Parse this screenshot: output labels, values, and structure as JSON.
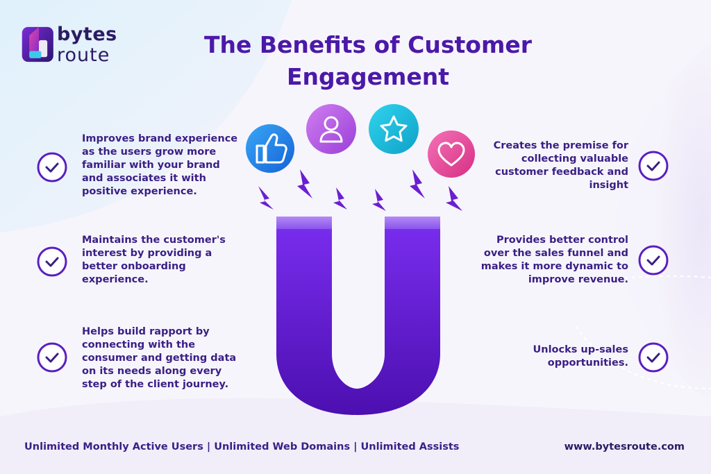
{
  "brand": {
    "name_top": "bytes",
    "name_bottom": "route",
    "logo_icon": "bytesroute-logo-icon"
  },
  "title": "The Benefits of Customer Engagement",
  "left_benefits": [
    "Improves brand experience as the users grow more familiar with your brand and associates it with positive experience.",
    "Maintains the customer's interest by providing a better onboarding experience.",
    "Helps build rapport by connecting with the consumer and getting data on its needs along every step of the client journey."
  ],
  "right_benefits": [
    "Creates the premise for collecting valuable customer feedback and insight",
    "Provides better control over the sales funnel and makes it more dynamic to improve revenue.",
    "Unlocks up-sales opportunities."
  ],
  "icons": [
    "thumbs-up-icon",
    "user-icon",
    "star-icon",
    "heart-icon",
    "magnet-icon",
    "lightning-icon",
    "check-icon"
  ],
  "footer": {
    "features": "Unlimited Monthly Active Users | Unlimited Web Domains | Unlimited Assists",
    "website": "www.bytesroute.com"
  },
  "colors": {
    "title": "#4b19a8",
    "text": "#3a1f85",
    "accent_purple": "#6a1fd0",
    "thumbs_blue": "#1e7be8",
    "user_purple": "#b25fe0",
    "star_teal": "#11b9d8",
    "heart_pink": "#e9459a"
  }
}
